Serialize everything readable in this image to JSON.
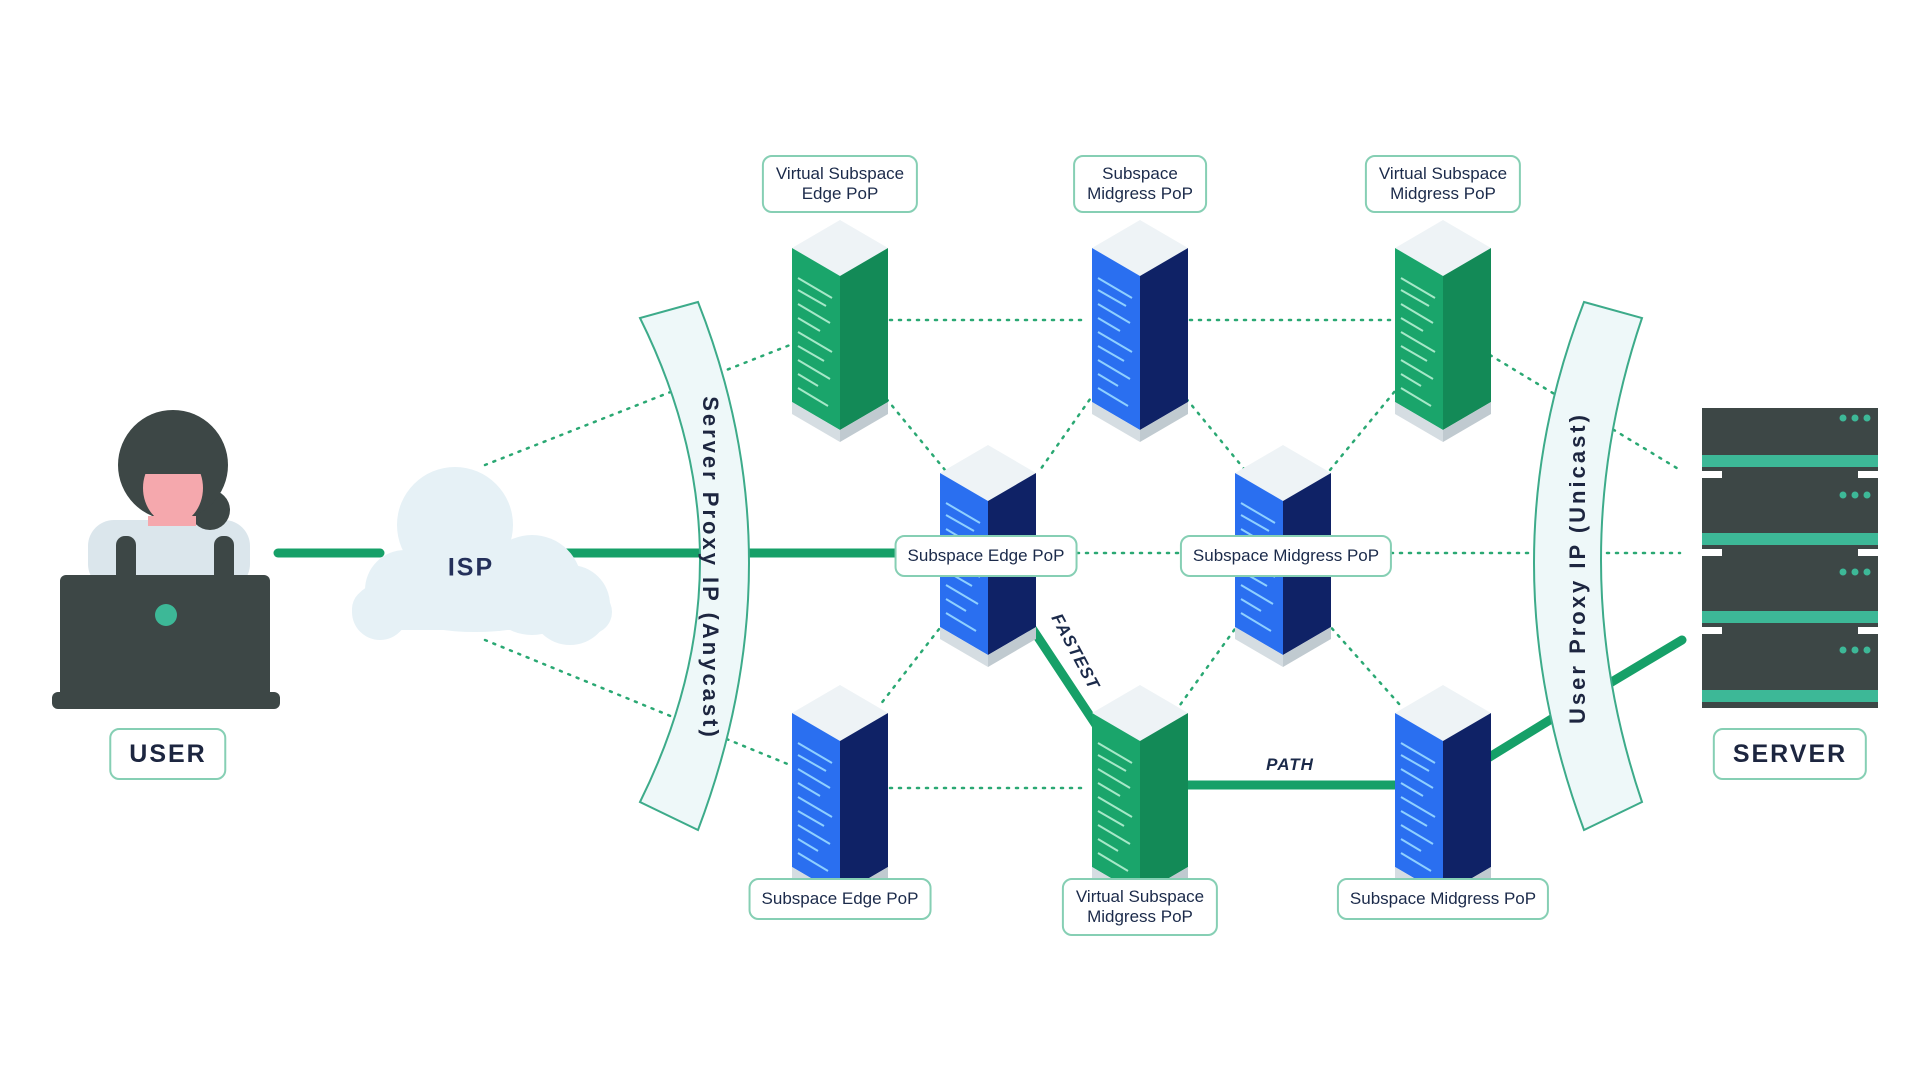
{
  "user": {
    "label": "USER"
  },
  "server": {
    "label": "SERVER"
  },
  "isp": {
    "label": "ISP"
  },
  "proxies": {
    "server_proxy": "Server Proxy IP (Anycast)",
    "user_proxy": "User Proxy IP (Unicast)"
  },
  "route": {
    "fastest": "FASTEST",
    "path": "PATH"
  },
  "pops": {
    "top_left": "Virtual Subspace\nEdge PoP",
    "top_mid": "Subspace\nMidgress PoP",
    "top_right": "Virtual Subspace\nMidgress PoP",
    "mid_left": "Subspace Edge PoP",
    "mid_right": "Subspace Midgress PoP",
    "bot_left": "Subspace Edge PoP",
    "bot_mid": "Virtual Subspace\nMidgress PoP",
    "bot_right": "Subspace Midgress PoP"
  },
  "colors": {
    "green": "#16a068",
    "green_dark": "#0f8a58",
    "blue": "#1e4fd8",
    "navy": "#0f2266",
    "accent_outline": "#86cfb4",
    "server_dark": "#3d4746",
    "teal": "#3db897"
  }
}
